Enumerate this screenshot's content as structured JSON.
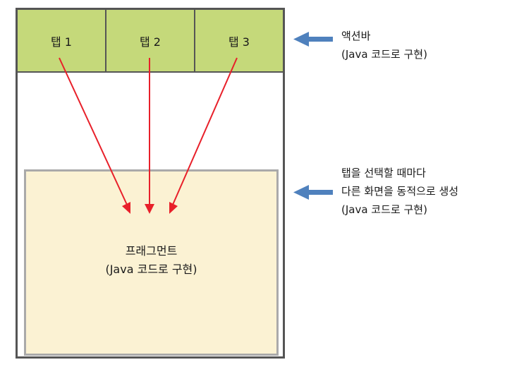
{
  "tabs": [
    "탭 1",
    "탭 2",
    "탭 3"
  ],
  "fragment": {
    "line1": "프래그먼트",
    "line2": "(Java 코드로 구현)"
  },
  "annotations": {
    "actionbar": {
      "line1": "액션바",
      "line2": "(Java 코드로 구현)"
    },
    "fragment": {
      "line1": "탭을 선택할 때마다",
      "line2": "다른 화면을 동적으로 생성",
      "line3": "(Java 코드로 구현)"
    }
  },
  "colors": {
    "actionbar": "#c5d97a",
    "fragment": "#fbf2d3",
    "red_arrow": "#e8202a",
    "blue_arrow": "#4f81bd"
  }
}
